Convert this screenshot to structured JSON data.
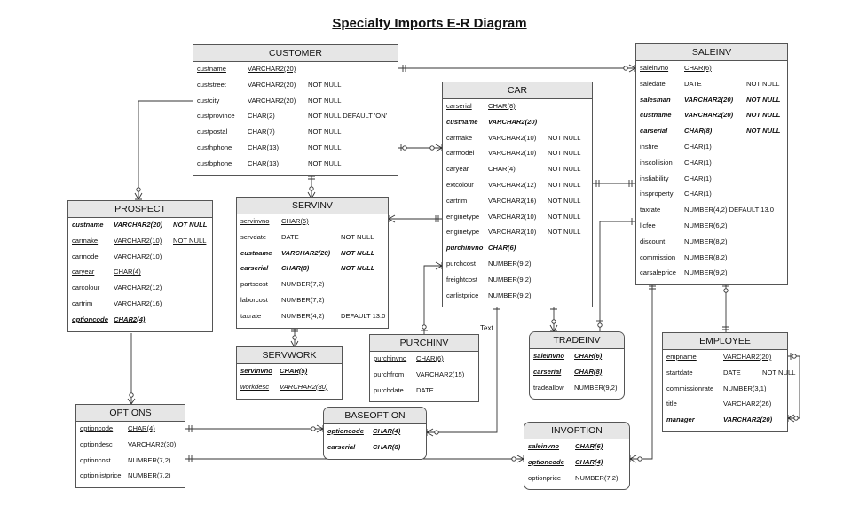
{
  "title": "Specialty Imports E-R Diagram",
  "note": "Text",
  "entities": [
    {
      "id": "customer",
      "name": "CUSTOMER",
      "rows": [
        {
          "cells": [
            "custname",
            "VARCHAR2(20)"
          ],
          "style": "key"
        },
        {
          "cells": [
            "custstreet",
            "VARCHAR2(20)",
            "NOT NULL"
          ]
        },
        {
          "cells": [
            "custcity",
            "VARCHAR2(20)",
            "NOT NULL"
          ]
        },
        {
          "cells": [
            "custprovince",
            "CHAR(2)",
            "NOT NULL  DEFAULT 'ON'"
          ]
        },
        {
          "cells": [
            "custpostal",
            "CHAR(7)",
            "NOT NULL"
          ]
        },
        {
          "cells": [
            "custhphone",
            "CHAR(13)",
            "NOT NULL"
          ]
        },
        {
          "cells": [
            "custbphone",
            "CHAR(13)",
            "NOT NULL"
          ]
        }
      ]
    },
    {
      "id": "car",
      "name": "CAR",
      "rows": [
        {
          "cells": [
            "carserial",
            "CHAR(8)"
          ],
          "style": "key"
        },
        {
          "cells": [
            "custname",
            "VARCHAR2(20)"
          ],
          "style": "bi"
        },
        {
          "cells": [
            "carmake",
            "VARCHAR2(10)",
            "NOT NULL"
          ]
        },
        {
          "cells": [
            "carmodel",
            "VARCHAR2(10)",
            "NOT NULL"
          ]
        },
        {
          "cells": [
            "caryear",
            "CHAR(4)",
            "NOT NULL"
          ]
        },
        {
          "cells": [
            "extcolour",
            "VARCHAR2(12)",
            "NOT NULL"
          ]
        },
        {
          "cells": [
            "cartrim",
            "VARCHAR2(16)",
            "NOT NULL"
          ]
        },
        {
          "cells": [
            "enginetype",
            "VARCHAR2(10)",
            "NOT NULL"
          ]
        },
        {
          "cells": [
            "enginetype",
            "VARCHAR2(10)",
            "NOT NULL"
          ]
        },
        {
          "cells": [
            "purchinvno",
            "CHAR(6)"
          ],
          "style": "bi"
        },
        {
          "cells": [
            "purchcost",
            "NUMBER(9,2)"
          ]
        },
        {
          "cells": [
            "freightcost",
            "NUMBER(9,2)"
          ]
        },
        {
          "cells": [
            "carlistprice",
            "NUMBER(9,2)"
          ]
        }
      ]
    },
    {
      "id": "saleinv",
      "name": "SALEINV",
      "rows": [
        {
          "cells": [
            "saleinvno",
            "CHAR(6)"
          ],
          "style": "key"
        },
        {
          "cells": [
            "saledate",
            "DATE",
            "NOT NULL"
          ]
        },
        {
          "cells": [
            "salesman",
            "VARCHAR2(20)",
            "NOT NULL"
          ],
          "style": "bi"
        },
        {
          "cells": [
            "custname",
            "VARCHAR2(20)",
            "NOT NULL"
          ],
          "style": "bi"
        },
        {
          "cells": [
            "carserial",
            "CHAR(8)",
            "NOT NULL"
          ],
          "style": "bi"
        },
        {
          "cells": [
            "insfire",
            "CHAR(1)"
          ]
        },
        {
          "cells": [
            "inscollision",
            "CHAR(1)"
          ]
        },
        {
          "cells": [
            "insliability",
            "CHAR(1)"
          ]
        },
        {
          "cells": [
            "insproperty",
            "CHAR(1)"
          ]
        },
        {
          "cells": [
            "taxrate",
            "NUMBER(4,2)  DEFAULT 13.0"
          ]
        },
        {
          "cells": [
            "licfee",
            "NUMBER(6,2)"
          ]
        },
        {
          "cells": [
            "discount",
            "NUMBER(8,2)"
          ]
        },
        {
          "cells": [
            "commission",
            "NUMBER(8,2)"
          ]
        },
        {
          "cells": [
            "carsaleprice",
            "NUMBER(9,2)"
          ]
        }
      ]
    },
    {
      "id": "prospect",
      "name": "PROSPECT",
      "rows": [
        {
          "cells": [
            "custname",
            "VARCHAR2(20)",
            "NOT NULL"
          ],
          "style": "bi"
        },
        {
          "cells": [
            "carmake",
            "VARCHAR2(10)",
            "NOT NULL"
          ],
          "style": "key"
        },
        {
          "cells": [
            "carmodel",
            "VARCHAR2(10)"
          ],
          "style": "key"
        },
        {
          "cells": [
            "caryear",
            "CHAR(4)"
          ],
          "style": "key"
        },
        {
          "cells": [
            "carcolour",
            "VARCHAR2(12)"
          ],
          "style": "key"
        },
        {
          "cells": [
            "cartrim",
            "VARCHAR2(16)"
          ],
          "style": "key"
        },
        {
          "cells": [
            "optioncode",
            "CHAR2(4)"
          ],
          "style": "bi key"
        }
      ]
    },
    {
      "id": "servinv",
      "name": "SERVINV",
      "rows": [
        {
          "cells": [
            "servinvno",
            "CHAR(5)"
          ],
          "style": "key"
        },
        {
          "cells": [
            "servdate",
            "DATE",
            "NOT NULL"
          ]
        },
        {
          "cells": [
            "custname",
            "VARCHAR2(20)",
            "NOT NULL"
          ],
          "style": "bi"
        },
        {
          "cells": [
            "carserial",
            "CHAR(8)",
            "NOT NULL"
          ],
          "style": "bi"
        },
        {
          "cells": [
            "partscost",
            "NUMBER(7,2)"
          ]
        },
        {
          "cells": [
            "laborcost",
            "NUMBER(7,2)"
          ]
        },
        {
          "cells": [
            "taxrate",
            "NUMBER(4,2)",
            "DEFAULT 13.0"
          ]
        }
      ]
    },
    {
      "id": "servwork",
      "name": "SERVWORK",
      "rows": [
        {
          "cells": [
            "servinvno",
            "CHAR(5)"
          ],
          "style": "bi key"
        },
        {
          "cells": [
            "workdesc",
            "VARCHAR2(80)"
          ],
          "style": "it key"
        }
      ]
    },
    {
      "id": "purchinv",
      "name": "PURCHINV",
      "rows": [
        {
          "cells": [
            "purchinvno",
            "CHAR(6)"
          ],
          "style": "key"
        },
        {
          "cells": [
            "purchfrom",
            "VARCHAR2(15)"
          ]
        },
        {
          "cells": [
            "purchdate",
            "DATE"
          ]
        }
      ]
    },
    {
      "id": "tradeinv",
      "name": "TRADEINV",
      "rows": [
        {
          "cells": [
            "saleinvno",
            "CHAR(6)"
          ],
          "style": "bi key"
        },
        {
          "cells": [
            "carserial",
            "CHAR(8)"
          ],
          "style": "bi key"
        },
        {
          "cells": [
            "tradeallow",
            "NUMBER(9,2)"
          ]
        }
      ]
    },
    {
      "id": "employee",
      "name": "EMPLOYEE",
      "rows": [
        {
          "cells": [
            "empname",
            "VARCHAR2(20)"
          ],
          "style": "key"
        },
        {
          "cells": [
            "startdate",
            "DATE",
            "NOT NULL"
          ]
        },
        {
          "cells": [
            "commissionrate",
            "NUMBER(3,1)"
          ]
        },
        {
          "cells": [
            "title",
            "VARCHAR2(26)"
          ]
        },
        {
          "cells": [
            "manager",
            "VARCHAR2(20)"
          ],
          "style": "bi"
        }
      ]
    },
    {
      "id": "options",
      "name": "OPTIONS",
      "rows": [
        {
          "cells": [
            "optioncode",
            "CHAR(4)"
          ],
          "style": "key"
        },
        {
          "cells": [
            "optiondesc",
            "VARCHAR2(30)"
          ]
        },
        {
          "cells": [
            "optioncost",
            "NUMBER(7,2)"
          ]
        },
        {
          "cells": [
            "optionlistprice",
            "NUMBER(7,2)"
          ]
        }
      ]
    },
    {
      "id": "baseoption",
      "name": "BASEOPTION",
      "rows": [
        {
          "cells": [
            "optioncode",
            "CHAR(4)"
          ],
          "style": "bi key"
        },
        {
          "cells": [
            "carserial",
            "CHAR(8)"
          ],
          "style": "bi"
        }
      ]
    },
    {
      "id": "invoption",
      "name": "INVOPTION",
      "rows": [
        {
          "cells": [
            "saleinvno",
            "CHAR(6)"
          ],
          "style": "bi key"
        },
        {
          "cells": [
            "optioncode",
            "CHAR(4)"
          ],
          "style": "bi key"
        },
        {
          "cells": [
            "optionprice",
            "NUMBER(7,2)"
          ]
        }
      ]
    }
  ]
}
